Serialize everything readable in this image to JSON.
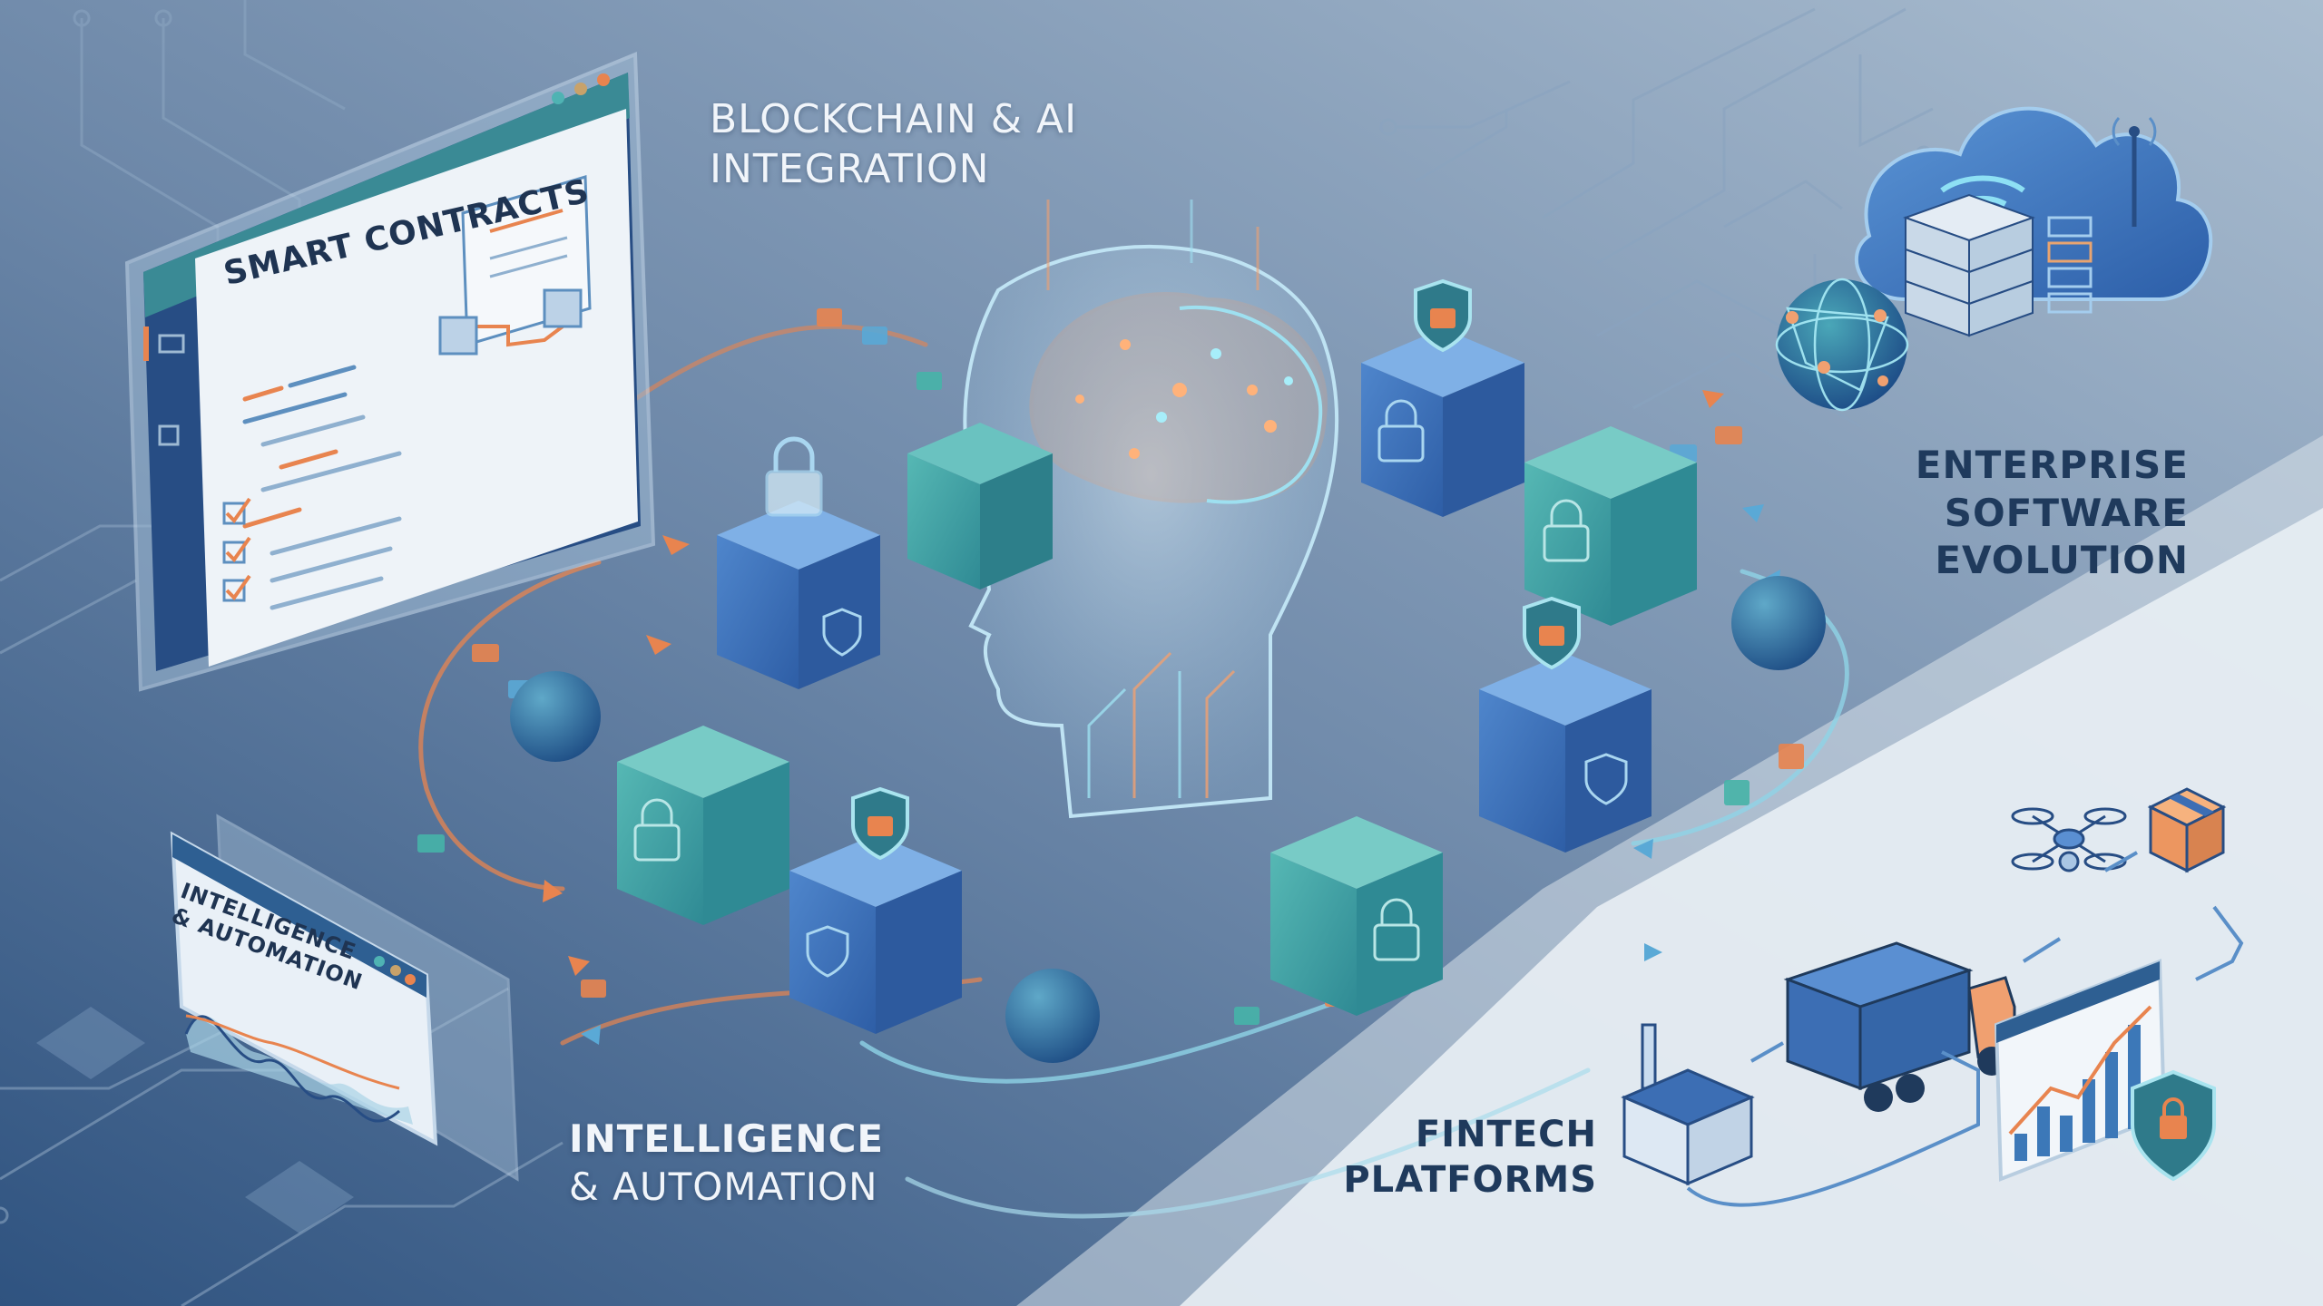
{
  "illustration": {
    "theme": "Blockchain & AI enterprise technology isometric illustration",
    "colors": {
      "background_dark": "#3a5a82",
      "background_mid": "#8ea5c0",
      "background_light": "#e6ecf2",
      "accent_orange": "#e8844f",
      "accent_teal": "#3fa8a8",
      "accent_blue": "#3c6eb4",
      "text_dark": "#1f3a5c",
      "text_light": "#f1f5fa"
    }
  },
  "labels": {
    "blockchain": {
      "line1": "BLOCKCHAIN & AI",
      "line2": "INTEGRATION"
    },
    "enterprise": {
      "line1": "ENTERPRISE",
      "line2": "SOFTWARE",
      "line3": "EVOLUTION"
    },
    "intelligence": {
      "line1": "INTELLIGENCE",
      "line2": "& AUTOMATION"
    },
    "fintech": {
      "line1": "FINTECH",
      "line2": "PLATFORMS"
    }
  },
  "panels": {
    "smart_contracts": {
      "title": "SMART CONTRACTS",
      "checklist_count": 3
    },
    "intelligence_dashboard": {
      "title_line1": "INTELLIGENCE",
      "title_line2": "& AUTOMATION"
    }
  },
  "nodes": {
    "center": "ai-head-brain",
    "blockchain_blocks": [
      {
        "id": "block-1",
        "color": "blue",
        "icon": "padlock-icon"
      },
      {
        "id": "block-2",
        "color": "teal",
        "icon": "padlock-icon"
      },
      {
        "id": "block-3",
        "color": "teal",
        "icon": "padlock-icon"
      },
      {
        "id": "block-4",
        "color": "blue",
        "icon": "shield-lock-icon"
      },
      {
        "id": "block-5",
        "color": "blue",
        "icon": "shield-lock-icon"
      },
      {
        "id": "block-6",
        "color": "teal",
        "icon": "padlock-icon"
      },
      {
        "id": "block-7",
        "color": "blue",
        "icon": "shield-lock-icon"
      },
      {
        "id": "block-8",
        "color": "teal",
        "icon": "padlock-icon"
      }
    ],
    "spheres": 4,
    "enterprise_cluster": [
      "cloud-icon",
      "server-stack-icon",
      "globe-network-icon",
      "wifi-antenna-icon"
    ],
    "fintech_flow": [
      "factory-icon",
      "container-truck-icon",
      "drone-icon",
      "package-box-icon",
      "analytics-chart-icon",
      "shield-lock-icon"
    ]
  }
}
